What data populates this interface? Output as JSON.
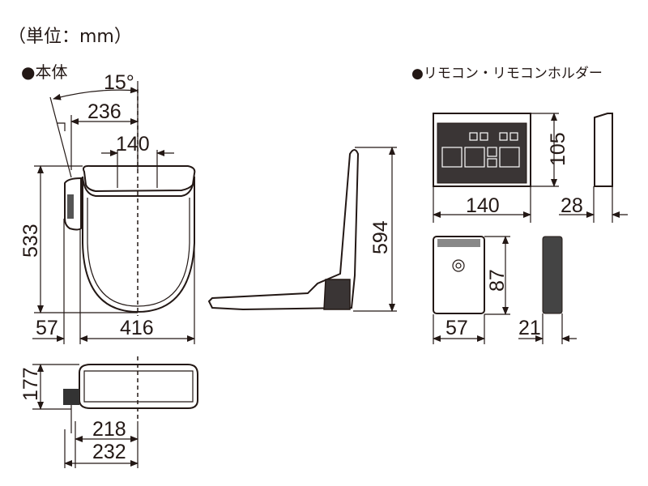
{
  "unit_label": "（単位：mm）",
  "sections": {
    "body": {
      "title": "●本体",
      "dims": {
        "angle": "15°",
        "d236": "236",
        "d140": "140",
        "d533": "533",
        "d57": "57",
        "d416": "416",
        "d594": "594",
        "d177": "177",
        "d218": "218",
        "d232": "232"
      }
    },
    "remote": {
      "title": "●リモコン・リモコンホルダー",
      "dims": {
        "d105": "105",
        "d140": "140",
        "d28": "28",
        "d87": "87",
        "d57": "57",
        "d21": "21"
      }
    }
  }
}
